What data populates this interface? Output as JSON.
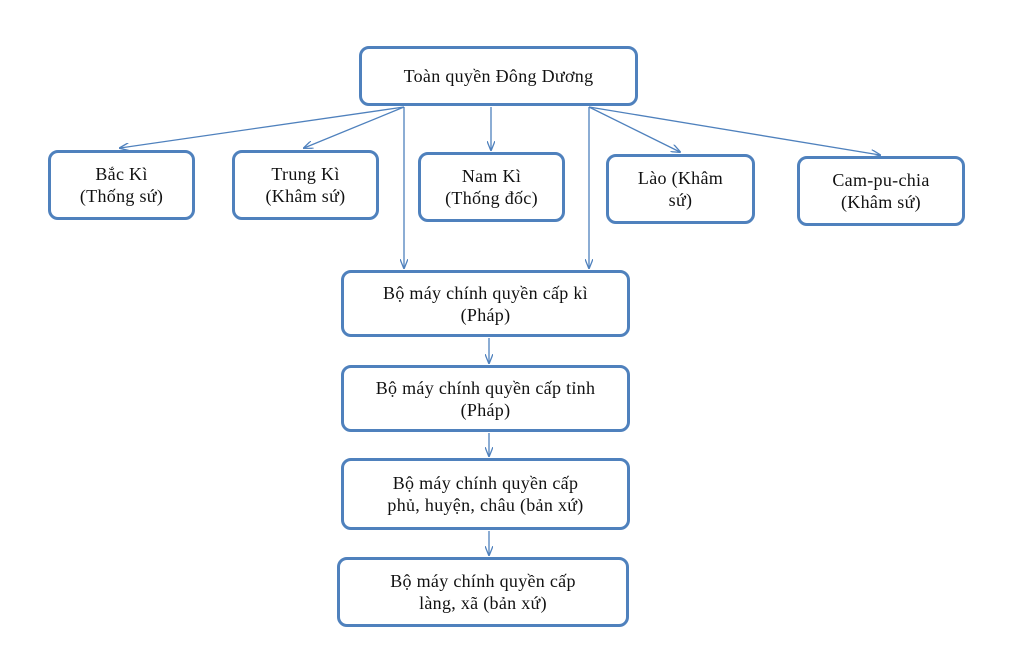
{
  "colors": {
    "box_border": "#4f81bd",
    "connector": "#4f81bd",
    "text": "#111111",
    "background": "#ffffff"
  },
  "nodes": {
    "root": "Toàn quyền Đông Dương",
    "bac_ki": "Bắc Kì\n(Thống sứ)",
    "trung_ki": "Trung Kì\n(Khâm sứ)",
    "nam_ki": "Nam Kì\n(Thống đốc)",
    "lao": "Lào (Khâm\nsứ)",
    "campuchia": "Cam-pu-chia\n(Khâm sứ)",
    "ki_level": "Bộ máy chính quyền cấp kì\n(Pháp)",
    "tinh_level": "Bộ máy chính quyền cấp tỉnh\n(Pháp)",
    "phu_level": "Bộ máy chính quyền cấp\nphủ, huyện, châu (bản xứ)",
    "lang_level": "Bộ máy chính quyền cấp\nlàng, xã (bản xứ)"
  },
  "edges": [
    [
      "root",
      "bac_ki"
    ],
    [
      "root",
      "trung_ki"
    ],
    [
      "root",
      "nam_ki"
    ],
    [
      "root",
      "lao"
    ],
    [
      "root",
      "campuchia"
    ],
    [
      "root",
      "ki_level"
    ],
    [
      "root",
      "ki_level"
    ],
    [
      "ki_level",
      "tinh_level"
    ],
    [
      "tinh_level",
      "phu_level"
    ],
    [
      "phu_level",
      "lang_level"
    ]
  ]
}
